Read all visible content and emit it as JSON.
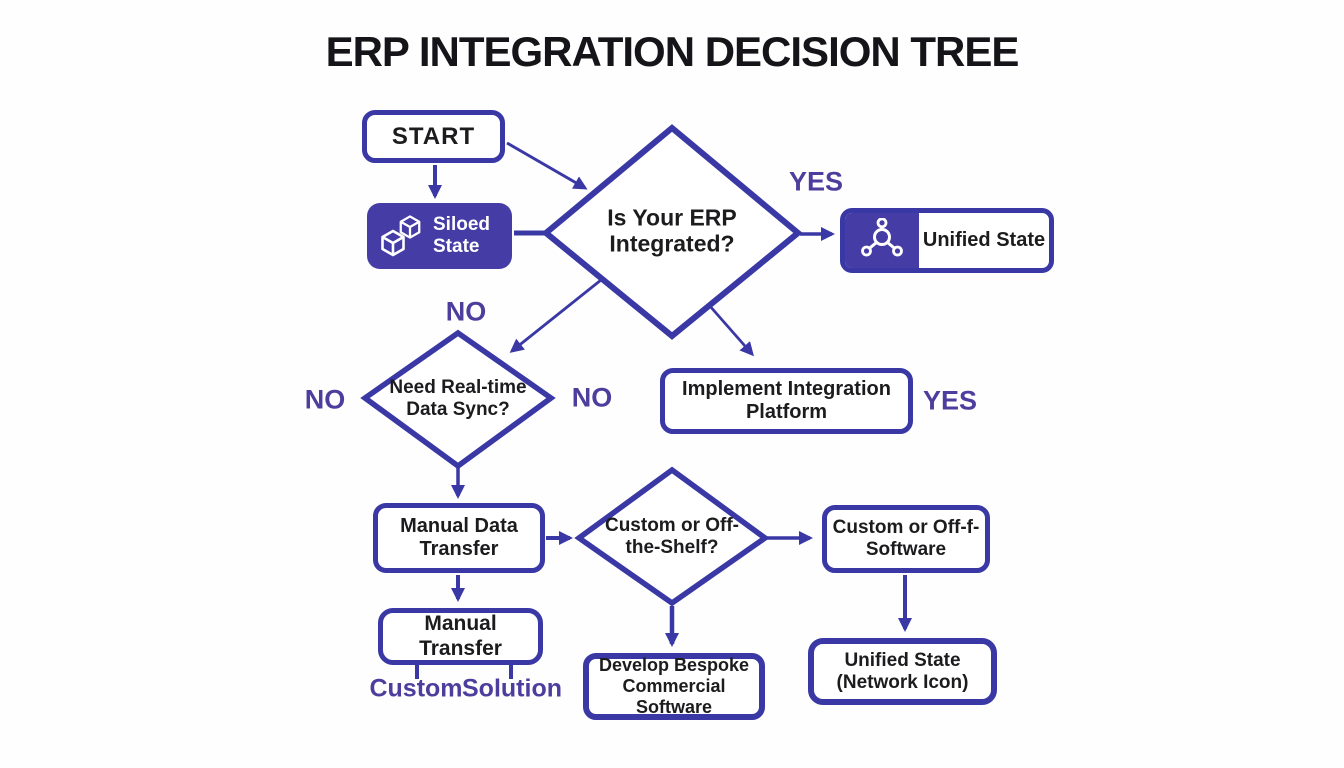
{
  "title": "ERP INTEGRATION DECISION TREE",
  "colors": {
    "accent_purple": "#3a38a5",
    "fill_purple": "#453da5",
    "label_purple": "#4d3e9e",
    "text_black": "#1c1c1e"
  },
  "nodes": {
    "start": {
      "label": "START"
    },
    "siloed_state": {
      "label": "Siloed State",
      "icon": "cubes-icon"
    },
    "erp_integrated": {
      "label": "Is Your ERP Integrated?"
    },
    "unified_state": {
      "label": "Unified State",
      "icon": "network-icon"
    },
    "implement_platform": {
      "label": "Implement Integration Platform"
    },
    "need_sync": {
      "label": "Need Real-time Data Sync?"
    },
    "manual_data_transfer": {
      "label": "Manual Data Transfer"
    },
    "custom_or_shelf": {
      "label": "Custom or Off-the-Shelf?"
    },
    "custom_software": {
      "label": "Custom or Off-f- Software"
    },
    "manual_transfer": {
      "label": "Manual Transfer"
    },
    "develop_bespoke": {
      "label": "Develop Bespoke Commercial Software"
    },
    "unified_state_2": {
      "label": "Unified State (Network Icon)"
    }
  },
  "edge_labels": {
    "yes_to_unified": "YES",
    "no_below_erp": "NO",
    "no_left_of_sync": "NO",
    "no_right_of_sync": "NO",
    "yes_right_of_platform": "YES",
    "custom": "Custom",
    "solution": "Solution"
  }
}
